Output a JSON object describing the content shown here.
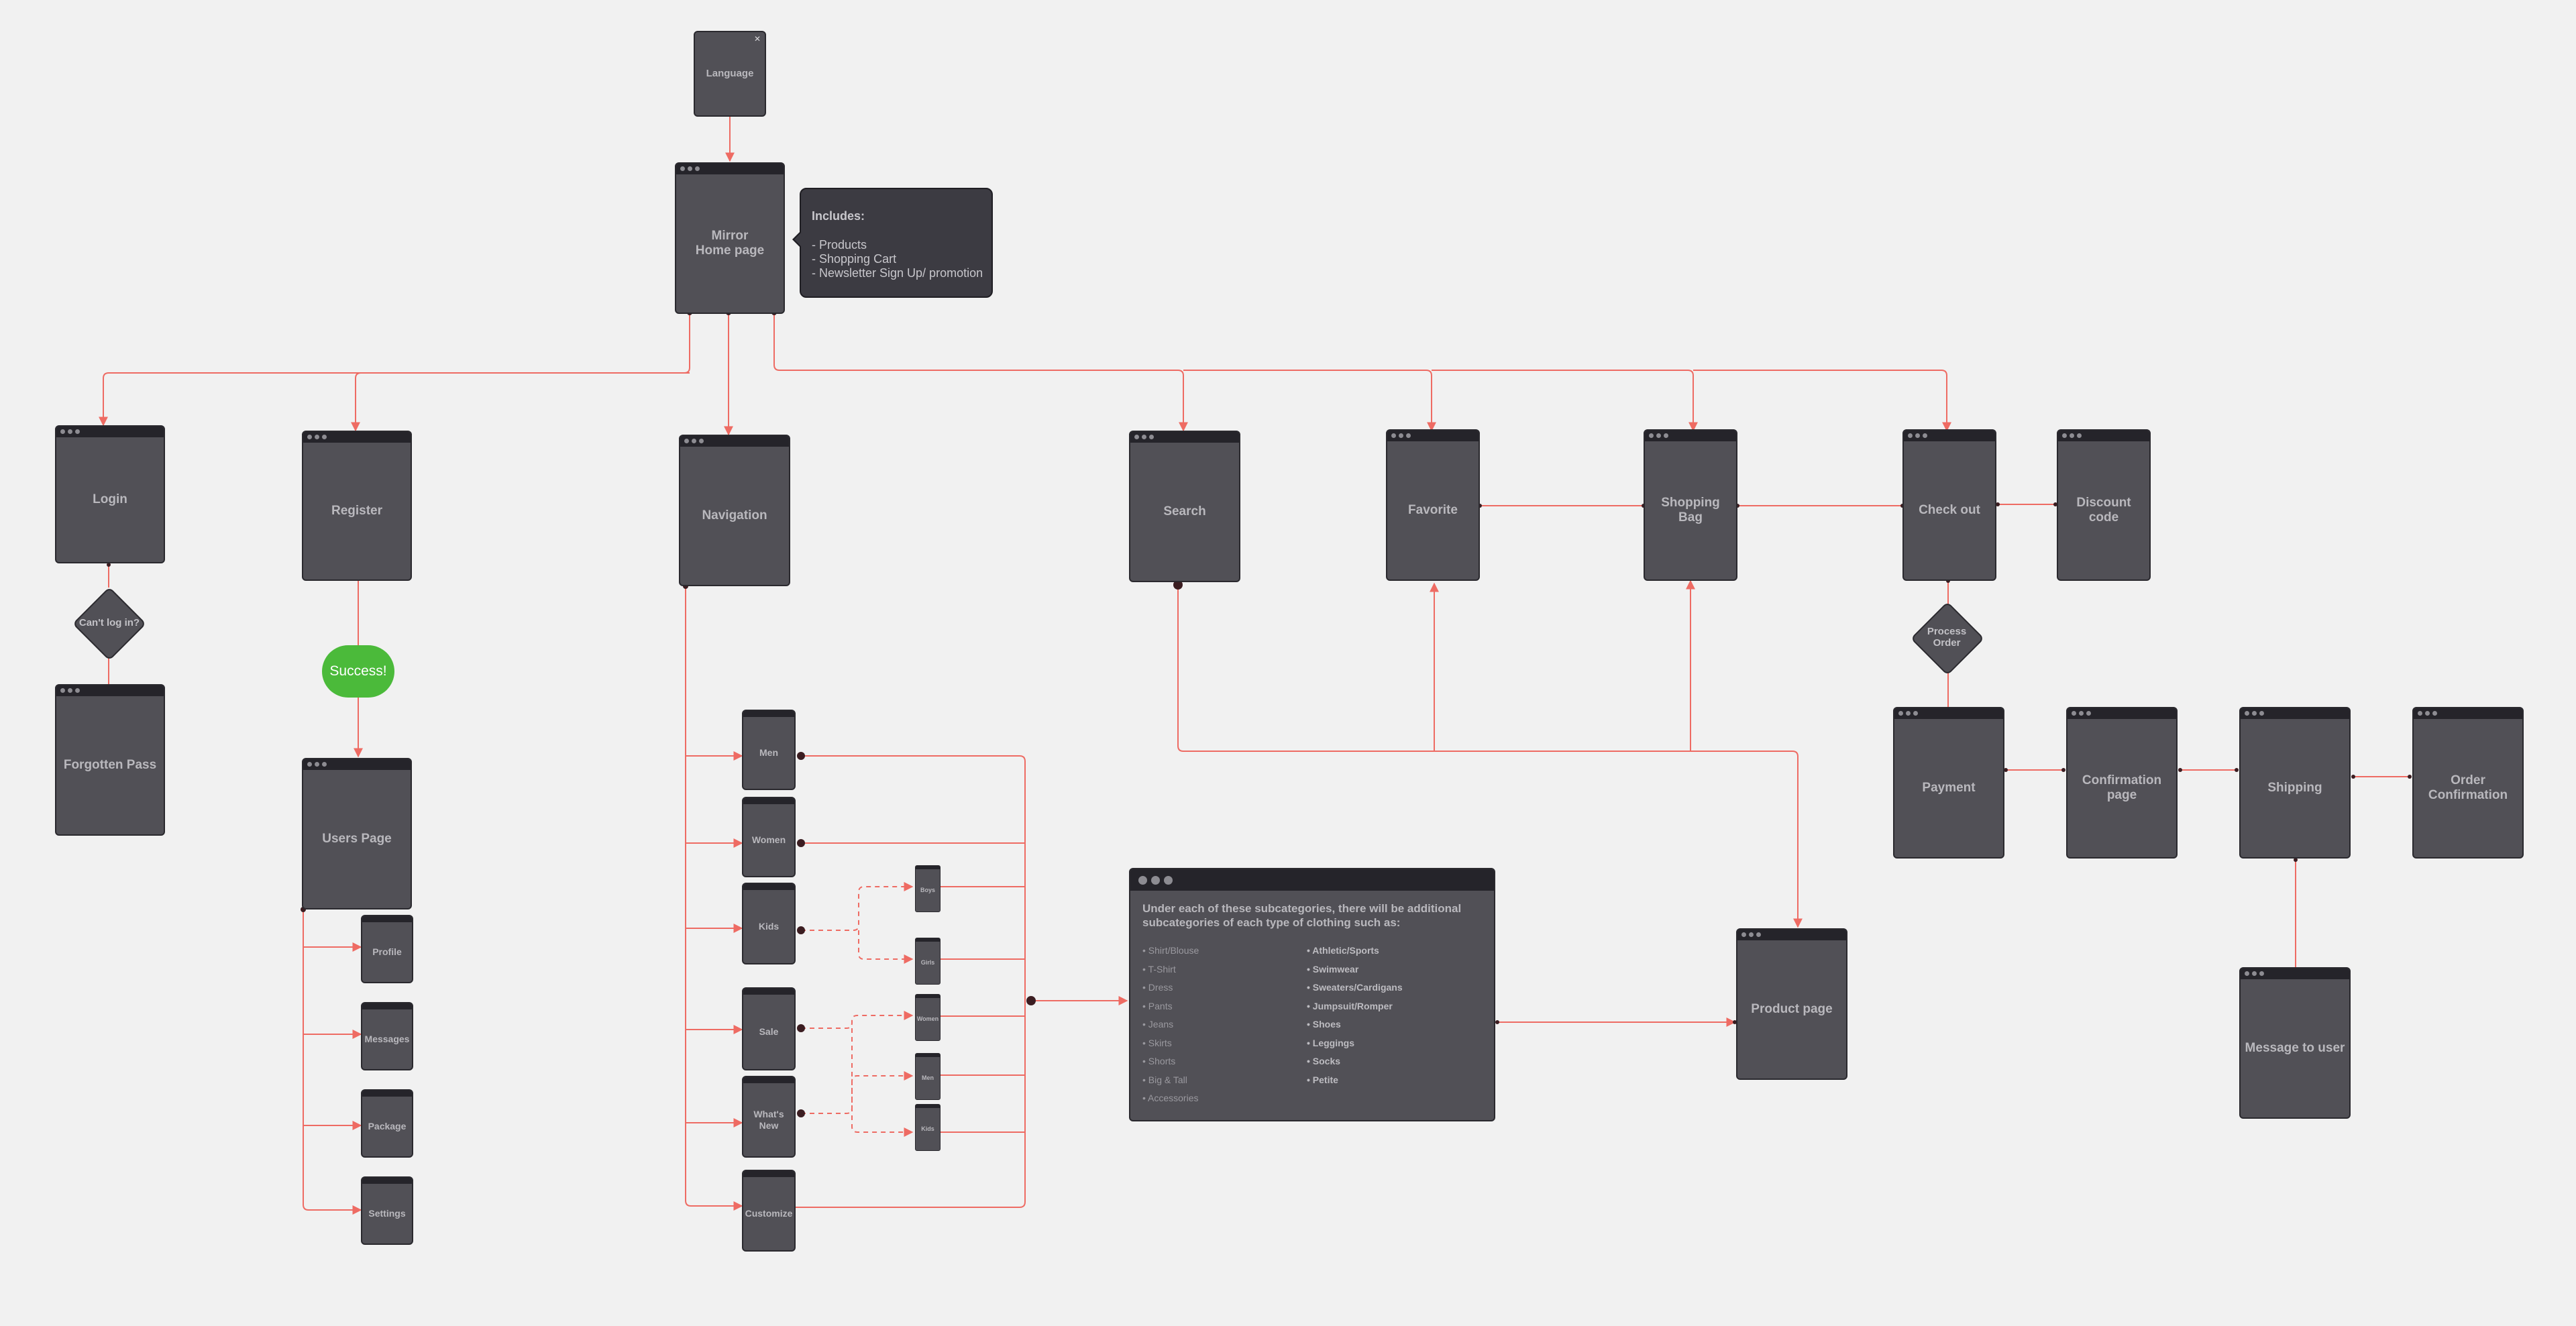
{
  "colors": {
    "background": "#f1f1f1",
    "connector": "#ee6b63",
    "card": "#515056",
    "card_bar": "#25242a",
    "success": "#4bba3a"
  },
  "screens": {
    "language": "Language",
    "home": "Mirror\nHome page",
    "login": "Login",
    "forgotten_pass": "Forgotten Pass",
    "register": "Register",
    "users_page": "Users Page",
    "profile": "Profile",
    "messages": "Messages",
    "package": "Package",
    "settings": "Settings",
    "navigation": "Navigation",
    "men": "Men",
    "women": "Women",
    "kids": "Kids",
    "sale": "Sale",
    "whats_new": "What's\nNew",
    "customize": "Customize",
    "boys": "Boys",
    "girls": "Girls",
    "sale_women": "Women",
    "sale_men": "Men",
    "sale_kids": "Kids",
    "search": "Search",
    "favorite": "Favorite",
    "shopping_bag": "Shopping\nBag",
    "check_out": "Check out",
    "discount_code": "Discount code",
    "payment": "Payment",
    "confirmation_page": "Confirmation\npage",
    "shipping": "Shipping",
    "order_confirmation": "Order\nConfirmation",
    "message_to_user": "Message to user",
    "product_page": "Product page"
  },
  "decisions": {
    "cant_log_in": "Can't log in?",
    "process_order": "Process\nOrder"
  },
  "success_label": "Success!",
  "callout": {
    "title": "Includes:",
    "items": [
      "- Products",
      "- Shopping Cart",
      "- Newsletter Sign Up/ promotion"
    ]
  },
  "subcategories": {
    "heading": "Under each of these subcategories, there will be additional subcategories of each type of clothing such as:",
    "left": [
      "• Shirt/Blouse",
      "• T-Shirt",
      "• Dress",
      "• Pants",
      "• Jeans",
      "• Skirts",
      "• Shorts",
      "• Big & Tall",
      "• Accessories"
    ],
    "right": [
      "• Athletic/Sports",
      "• Swimwear",
      "• Sweaters/Cardigans",
      "• Jumpsuit/Romper",
      "• Shoes",
      "• Leggings",
      "• Socks",
      "• Petite"
    ]
  }
}
